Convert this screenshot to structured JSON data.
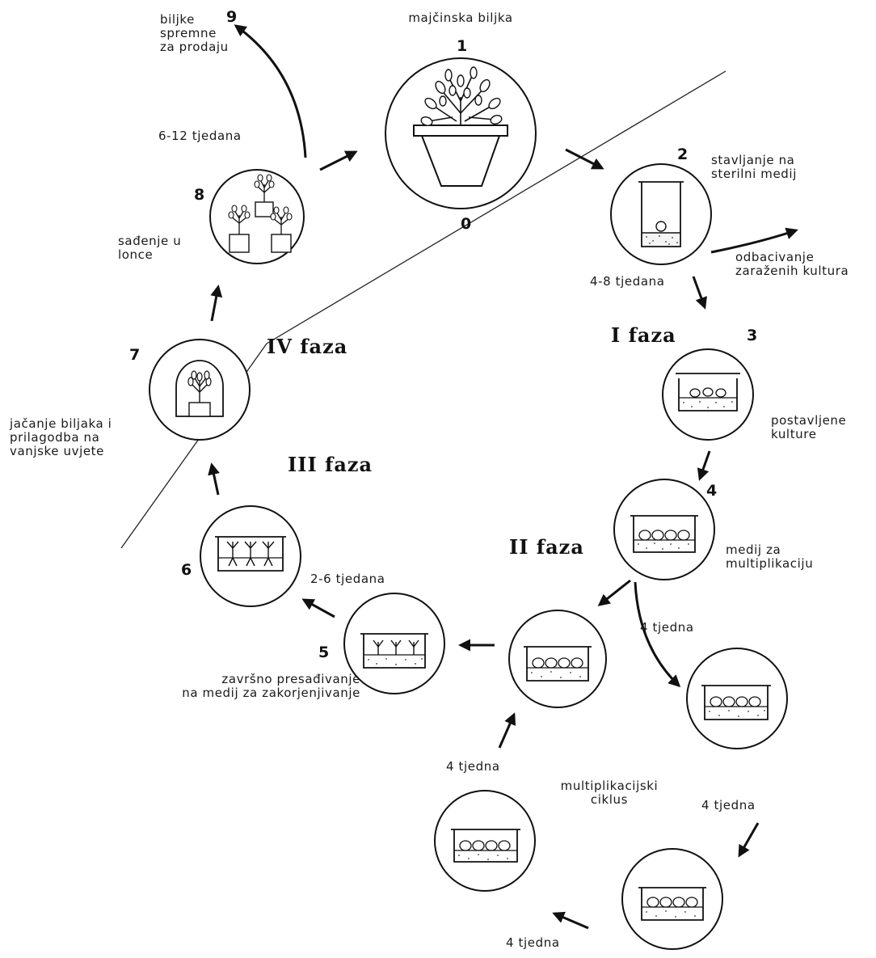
{
  "stages": {
    "s0": "0",
    "s1": "1",
    "s2": "2",
    "s3": "3",
    "s4": "4",
    "s5": "5",
    "s6": "6",
    "s7": "7",
    "s8": "8",
    "s9": "9"
  },
  "phases": {
    "p1": "I faza",
    "p2": "II faza",
    "p3": "III faza",
    "p4": "IV faza"
  },
  "labels": {
    "mother_plant": "majčinska biljka",
    "sterile_medium": "stavljanje na\nsterilni medij",
    "discard": "odbacivanje\nzaraženih kultura",
    "weeks_4_8": "4-8 tjedana",
    "cultures_set": "postavljene\nkulture",
    "multiplication_medium": "medij za\nmultiplikaciju",
    "weeks_4_a": "4 tjedna",
    "weeks_4_b": "4 tjedna",
    "weeks_4_c": "4 tjedna",
    "weeks_4_d": "4 tjedna",
    "multiplication_cycle": "multiplikacijski\nciklus",
    "weeks_2_6": "2-6 tjedana",
    "final_transplant": "završno presađivanje\nna medij za zakorjenjivanje",
    "hardening": "jačanje biljaka i\nprilagodba na\nvanjske uvjete",
    "potting": "sađenje u\nlonce",
    "weeks_6_12": "6-12 tjedana",
    "ready_for_sale": "biljke\nspremne\nza prodaju"
  }
}
